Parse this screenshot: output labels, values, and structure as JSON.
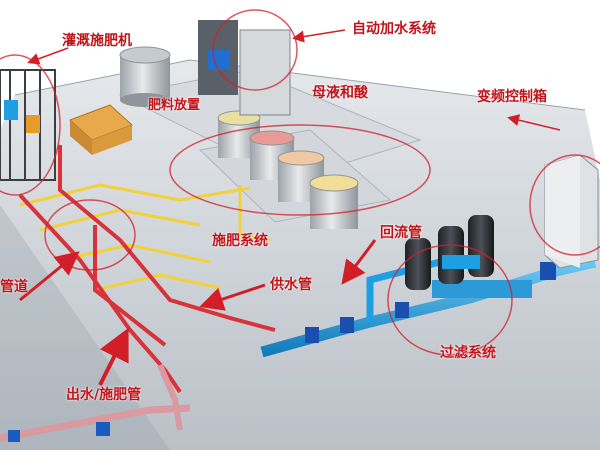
{
  "labels": {
    "irrigation_machine": "灌溉施肥机",
    "auto_water": "自动加水系统",
    "mother_liquor_acid": "母液和酸",
    "fertilizer_stack": "肥料放置",
    "vfd_box": "变频控制箱",
    "fert_system": "施肥系统",
    "return_pipe": "回流管",
    "supply_pipe": "供水管",
    "pipeline": "管道",
    "filter_system": "过滤系统",
    "outlet_pipe": "出水/施肥管"
  },
  "colors": {
    "annotation": "#c0141b",
    "pipe_blue": "#1f9fe3",
    "pipe_red": "#d8323a",
    "pipe_yellow": "#f2d13a",
    "floor": "#c9cfd6"
  }
}
